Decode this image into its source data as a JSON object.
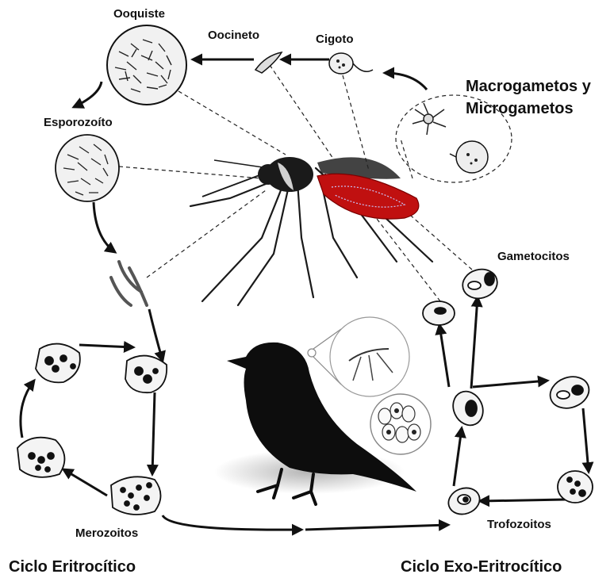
{
  "labels": {
    "ooquiste": "Ooquiste",
    "oocineto": "Oocineto",
    "cigoto": "Cigoto",
    "macro_line1": "Macrogametos y",
    "macro_line2": "Microgametos",
    "esporozoito": "Esporozoíto",
    "gametocitos": "Gametocitos",
    "merozoitos": "Merozoitos",
    "trofozoitos": "Trofozoitos",
    "ciclo_eritro": "Ciclo Eritrocítico",
    "ciclo_exo": "Ciclo Exo-Eritrocítico"
  },
  "colors": {
    "ink": "#111111",
    "mosquito_body": "#1a1a1a",
    "mosquito_abdomen": "#c01010",
    "bird": "#0d0d0d",
    "cell_fill": "#f4f4f4"
  }
}
